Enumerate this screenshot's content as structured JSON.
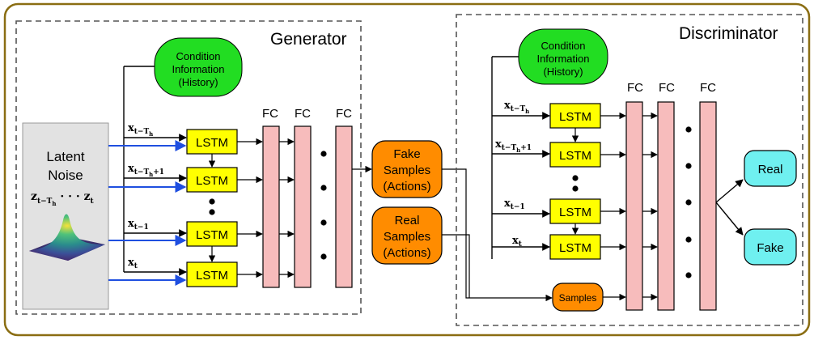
{
  "generator": {
    "title": "Generator",
    "condition": [
      "Condition",
      "Information",
      "(History)"
    ],
    "latent": {
      "line1": "Latent",
      "line2": "Noise",
      "math": "z t−T h · · · z t"
    },
    "inputs": [
      {
        "main": "x",
        "sub": "t−T",
        "subsub": "h",
        "suffix": ""
      },
      {
        "main": "x",
        "sub": "t−T",
        "subsub": "h",
        "suffix": "+1"
      },
      {
        "main": "x",
        "sub": "t−1",
        "subsub": "",
        "suffix": ""
      },
      {
        "main": "x",
        "sub": "t",
        "subsub": "",
        "suffix": ""
      }
    ],
    "lstm_label": "LSTM",
    "fc_label": "FC"
  },
  "middle": {
    "fake": [
      "Fake",
      "Samples",
      "(Actions)"
    ],
    "real": [
      "Real",
      "Samples",
      "(Actions)"
    ]
  },
  "discriminator": {
    "title": "Discriminator",
    "condition": [
      "Condition",
      "Information",
      "(History)"
    ],
    "inputs": [
      {
        "main": "x",
        "sub": "t−T",
        "subsub": "h",
        "suffix": ""
      },
      {
        "main": "x",
        "sub": "t−T",
        "subsub": "h",
        "suffix": "+1"
      },
      {
        "main": "x",
        "sub": "t−1",
        "subsub": "",
        "suffix": ""
      },
      {
        "main": "x",
        "sub": "t",
        "subsub": "",
        "suffix": ""
      }
    ],
    "lstm_label": "LSTM",
    "fc_label": "FC",
    "samples_label": "Samples",
    "outputs": {
      "real": "Real",
      "fake": "Fake"
    }
  },
  "colors": {
    "outer_border": "#8a6d12",
    "condition_fill": "#22dd22",
    "lstm_fill": "#ffff00",
    "fc_fill": "#f7bcbc",
    "samples_fill": "#ff8c00",
    "output_fill": "#6ff0f0",
    "noise_panel": "#e2e2e2",
    "blue_arrow": "#1f4fe0"
  }
}
